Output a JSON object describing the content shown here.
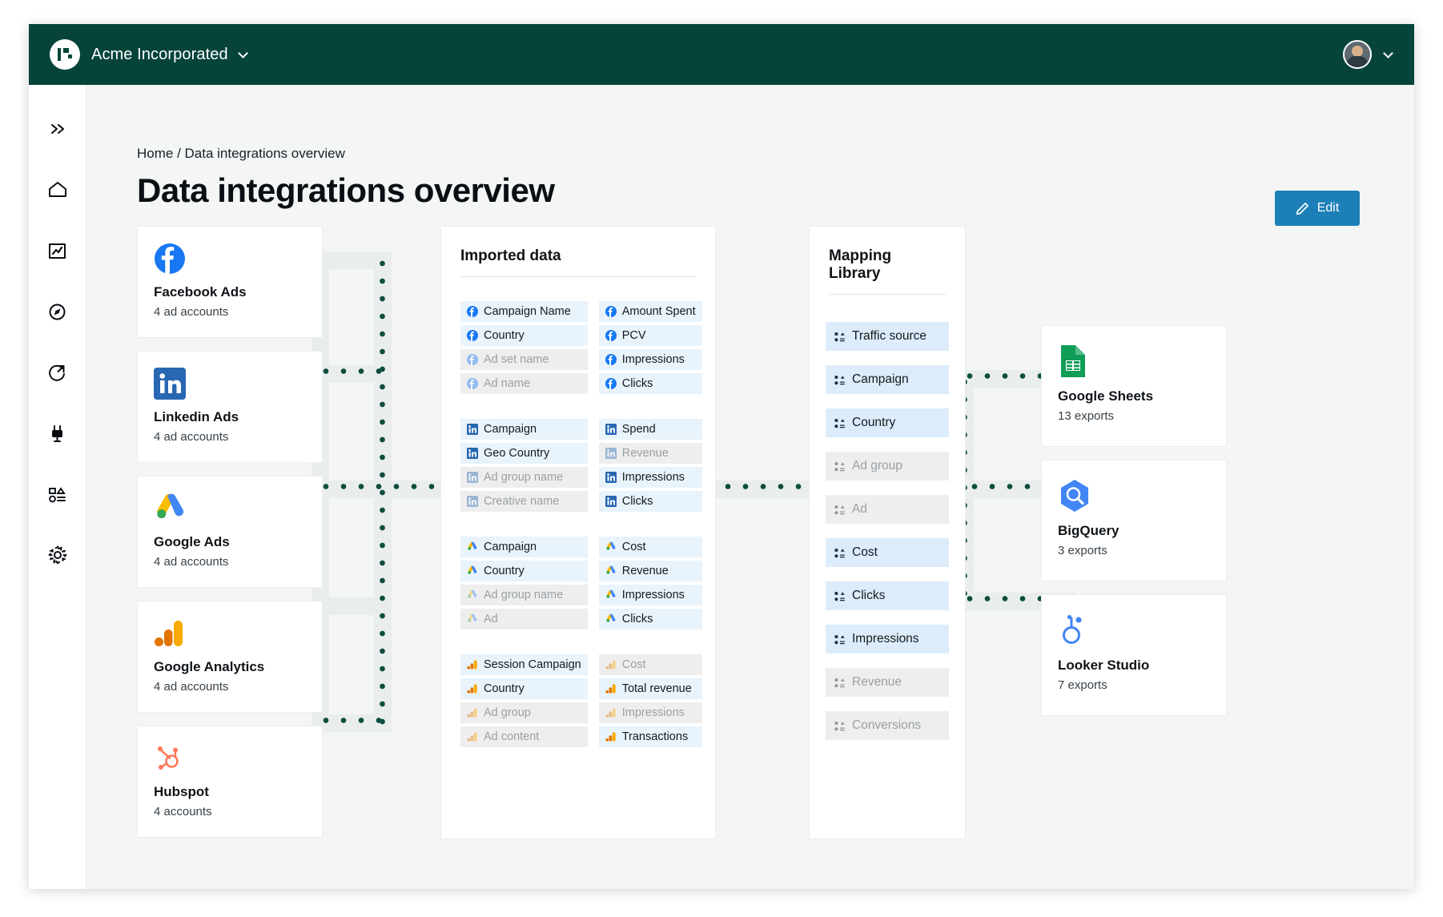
{
  "topbar": {
    "brand_name": "Acme Incorporated",
    "logo_icon": "logo-mark-icon",
    "brand_chevron_icon": "chevron-down-icon",
    "avatar_icon": "avatar",
    "account_chevron_icon": "chevron-down-icon",
    "bg_color": "#06443a"
  },
  "sidebar": {
    "items": [
      {
        "name": "expand",
        "icon": "double-chevron-right-icon"
      },
      {
        "name": "home",
        "icon": "home-icon"
      },
      {
        "name": "analytics",
        "icon": "chart-frame-icon"
      },
      {
        "name": "explore",
        "icon": "compass-icon"
      },
      {
        "name": "share",
        "icon": "share-arrow-icon"
      },
      {
        "name": "integrations",
        "icon": "plug-icon"
      },
      {
        "name": "data-mapping",
        "icon": "shapes-list-icon"
      },
      {
        "name": "settings",
        "icon": "gear-icon"
      }
    ]
  },
  "header": {
    "breadcrumb": "Home / Data integrations overview",
    "title": "Data integrations overview",
    "edit_label": "Edit",
    "edit_icon": "pencil-icon",
    "edit_color": "#1d7fb8"
  },
  "sources": [
    {
      "name": "Facebook Ads",
      "sub": "4 ad accounts",
      "icon": "facebook-icon"
    },
    {
      "name": "Linkedin Ads",
      "sub": "4 ad accounts",
      "icon": "linkedin-icon"
    },
    {
      "name": "Google Ads",
      "sub": "4 ad accounts",
      "icon": "google-ads-icon"
    },
    {
      "name": "Google Analytics",
      "sub": "4 ad accounts",
      "icon": "google-analytics-icon"
    },
    {
      "name": "Hubspot",
      "sub": "4 accounts",
      "icon": "hubspot-icon"
    }
  ],
  "imported": {
    "title": "Imported data",
    "groups": [
      {
        "source": "facebook",
        "left": [
          {
            "label": "Campaign Name",
            "active": true
          },
          {
            "label": "Country",
            "active": true
          },
          {
            "label": "Ad set name",
            "active": false
          },
          {
            "label": "Ad name",
            "active": false
          }
        ],
        "right": [
          {
            "label": "Amount Spent",
            "active": true
          },
          {
            "label": "PCV",
            "active": true
          },
          {
            "label": "Impressions",
            "active": true
          },
          {
            "label": "Clicks",
            "active": true
          }
        ]
      },
      {
        "source": "linkedin",
        "left": [
          {
            "label": "Campaign",
            "active": true
          },
          {
            "label": "Geo Country",
            "active": true
          },
          {
            "label": "Ad group name",
            "active": false
          },
          {
            "label": "Creative name",
            "active": false
          }
        ],
        "right": [
          {
            "label": "Spend",
            "active": true
          },
          {
            "label": "Revenue",
            "active": false
          },
          {
            "label": "Impressions",
            "active": true
          },
          {
            "label": "Clicks",
            "active": true
          }
        ]
      },
      {
        "source": "googleads",
        "left": [
          {
            "label": "Campaign",
            "active": true
          },
          {
            "label": "Country",
            "active": true
          },
          {
            "label": "Ad group name",
            "active": false
          },
          {
            "label": "Ad",
            "active": false
          }
        ],
        "right": [
          {
            "label": "Cost",
            "active": true
          },
          {
            "label": "Revenue",
            "active": true
          },
          {
            "label": "Impressions",
            "active": true
          },
          {
            "label": "Clicks",
            "active": true
          }
        ]
      },
      {
        "source": "analytics",
        "left": [
          {
            "label": "Session Campaign",
            "active": true
          },
          {
            "label": "Country",
            "active": true
          },
          {
            "label": "Ad group",
            "active": false
          },
          {
            "label": "Ad content",
            "active": false
          }
        ],
        "right": [
          {
            "label": "Cost",
            "active": false
          },
          {
            "label": "Total revenue",
            "active": true
          },
          {
            "label": "Impressions",
            "active": false
          },
          {
            "label": "Transactions",
            "active": true
          }
        ]
      }
    ]
  },
  "mapping": {
    "title": "Mapping Library",
    "items": [
      {
        "label": "Traffic source",
        "active": true
      },
      {
        "label": "Campaign",
        "active": true
      },
      {
        "label": "Country",
        "active": true
      },
      {
        "label": "Ad group",
        "active": false
      },
      {
        "label": "Ad",
        "active": false
      },
      {
        "label": "Cost",
        "active": true
      },
      {
        "label": "Clicks",
        "active": true
      },
      {
        "label": "Impressions",
        "active": true
      },
      {
        "label": "Revenue",
        "active": false
      },
      {
        "label": "Conversions",
        "active": false
      }
    ]
  },
  "destinations": [
    {
      "name": "Google Sheets",
      "sub": "13 exports",
      "icon": "google-sheets-icon"
    },
    {
      "name": "BigQuery",
      "sub": "3 exports",
      "icon": "bigquery-icon"
    },
    {
      "name": "Looker Studio",
      "sub": "7 exports",
      "icon": "looker-studio-icon"
    }
  ]
}
